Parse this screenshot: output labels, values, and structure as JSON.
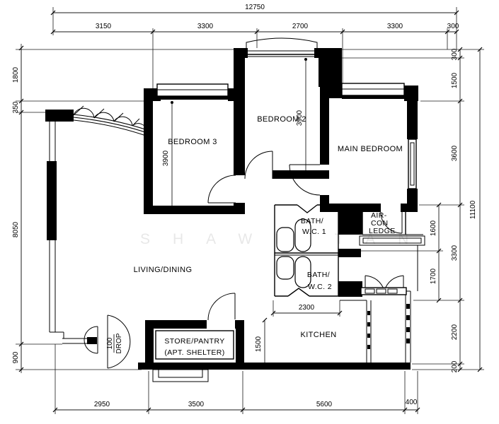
{
  "watermark": "SHAWN TAN",
  "rooms": {
    "bedroom3": "BEDROOM 3",
    "bedroom2": "BEDROOM 2",
    "main_bedroom": "MAIN BEDROOM",
    "living_dining": "LIVING/DINING",
    "bath1_line1": "BATH/",
    "bath1_line2": "W.C. 1",
    "bath2_line1": "BATH/",
    "bath2_line2": "W.C. 2",
    "aircon_line1": "AIR-",
    "aircon_line2": "CON",
    "aircon_line3": "LEDGE",
    "kitchen": "KITCHEN",
    "store_line1": "STORE/PANTRY",
    "store_line2": "(APT. SHELTER)"
  },
  "dimensions": {
    "top_total": "12750",
    "top": [
      "3150",
      "3300",
      "2700",
      "3300",
      "300"
    ],
    "left": [
      "1800",
      "350",
      "8050",
      "900"
    ],
    "right_total": "11100",
    "right": [
      "300",
      "1500",
      "3600",
      "3300",
      "2200",
      "200"
    ],
    "right_inner": [
      "1600",
      "1700"
    ],
    "bottom": [
      "2950",
      "3500",
      "5600",
      "400"
    ],
    "interior": {
      "bedroom3_depth": "3900",
      "bedroom2_depth": "3900",
      "bath_width": "2300",
      "store_depth": "1500",
      "drop_value": "100",
      "drop_word": "DROP"
    }
  },
  "colors": {
    "wall": "#000000",
    "watermark": "#e8e8e8",
    "background": "#ffffff"
  }
}
